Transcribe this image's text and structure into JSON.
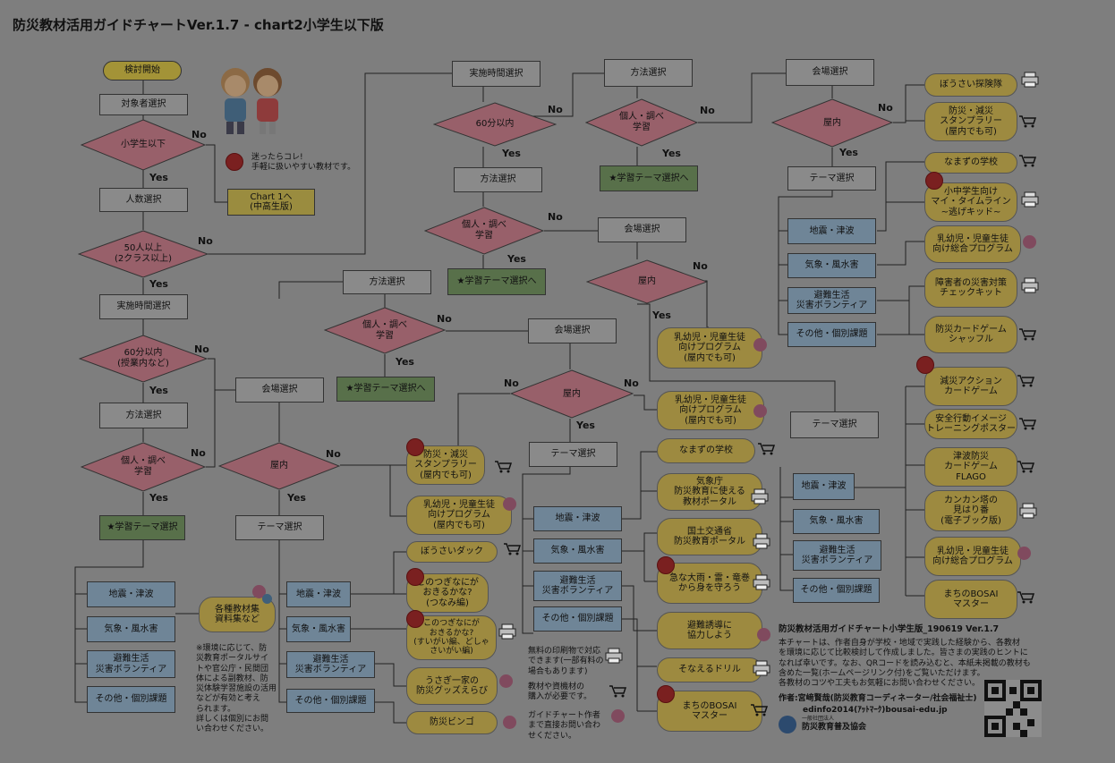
{
  "title": "防災教材活用ガイドチャートVer.1.7 - chart2小学生以下版",
  "nodes": {
    "start": "検討開始",
    "target": "対象者選択",
    "elem": "小学生以下",
    "chart1": "Chart 1へ\n(中高生版)",
    "numsel": "人数選択",
    "fifty": "50人以上\n(2クラス以上)",
    "time1": "実施時間選択",
    "sixty1": "60分以内\n(授業内など)",
    "method1": "方法選択",
    "indiv1": "個人・調べ\n学習",
    "theme1": "★学習テーマ選択",
    "quake1": "地震・津波",
    "weather1": "気象・風水害",
    "evac1": "避難生活\n災害ボランティア",
    "other1": "その他・個別課題",
    "misc": "各種教材集\n資料集など",
    "note1": "※環境に応じて、防\n災教育ポータルサイ\nトや官公庁・民間団\n体による副教材、防\n災体験学習施設の活用\nなどが有効と考え\nられます。\n詳しくは個別にお問\nい合わせください。",
    "venue1": "会場選択",
    "indoor1": "屋内",
    "themeSel1": "テーマ選択",
    "quake2": "地震・津波",
    "weather2": "気象・風水害",
    "evac2": "避難生活\n災害ボランティア",
    "other2": "その他・個別課題",
    "rally1": "防災・減災\nスタンプラリー\n(屋内でも可)",
    "kids1": "乳幼児・児童生徒\n向けプログラム\n(屋内でも可)",
    "duck": "ぼうさいダック",
    "tsunami": "このつぎなにが\nおきるかな?\n(つなみ編)",
    "suigai": "このつぎなにが\nおきるかな?\n(すいがい編、どしゃ\nさいがい編)",
    "rabbit": "うさぎ一家の\n防災グッズえらび",
    "bingo": "防災ビンゴ",
    "method2": "方法選択",
    "indiv2": "個人・調べ\n学習",
    "theme2": "★学習テーマ選択へ",
    "venue2": "会場選択",
    "indoor2": "屋内",
    "kids2": "乳幼児・児童生徒\n向けプログラム\n(屋内でも可)",
    "themeSel2": "テーマ選択",
    "quake3": "地震・津波",
    "weather3": "気象・風水害",
    "evac3": "避難生活\n災害ボランティア",
    "other3": "その他・個別課題",
    "namazu1": "なまずの学校",
    "jma": "気象庁\n防災教育に使える\n教材ポータル",
    "mlit": "国土交通省\n防災教育ポータル",
    "rain": "急な大雨・雷・竜巻\nから身を守ろう",
    "shelter": "避難誘導に\n協力しよう",
    "drill": "そなえるドリル",
    "bosai1": "まちのBOSAI\nマスター",
    "print": "無料の印刷物で対応\nできます(一部有料の\n場合もあります)",
    "buy": "教材や資機材の\n購入が必要です。",
    "contact": "ガイドチャート作者\nまで直接お問い合わ\nせください。",
    "time2": "実施時間選択",
    "sixty2": "60分以内",
    "method3": "方法選択",
    "indiv3": "個人・調べ\n学習",
    "theme3": "★学習テーマ選択へ",
    "method4": "方法選択",
    "indiv4": "個人・調べ\n学習",
    "theme4": "★学習テーマ選択へ",
    "venue3": "会場選択",
    "indoor3": "屋内",
    "kids3": "乳幼児・児童生徒\n向けプログラム\n(屋内でも可)",
    "themeSel3": "テーマ選択",
    "quake4": "地震・津波",
    "weather4": "気象・風水害",
    "evac4": "避難生活\n災害ボランティア",
    "other4": "その他・個別課題",
    "action": "減災アクション\nカードゲーム",
    "safety": "安全行動イメージ\nトレーニングポスター",
    "flago": "津波防災\nカードゲーム\nFLAGO",
    "kankan": "カンカン塔の\n見はり番\n(電子ブック版)",
    "kids4": "乳幼児・児童生徒\n向け総合プログラム",
    "bosai2": "まちのBOSAI\nマスター",
    "venue4": "会場選択",
    "indoor4": "屋内",
    "themeSel4": "テーマ選択",
    "tankentai": "ぼうさい探険隊",
    "rally2": "防災・減災\nスタンプラリー\n(屋内でも可)",
    "namazu2": "なまずの学校",
    "timeline": "小中学生向け\nマイ・タイムライン\n~逃げキッド~",
    "quake5": "地震・津波",
    "weather5": "気象・風水害",
    "evac5": "避難生活\n災害ボランティア",
    "other5": "その他・個別課題",
    "kids5": "乳幼児・児童生徒\n向け総合プログラム",
    "disabled": "障害者の災害対策\nチェックキット",
    "shuffle": "防災カードゲーム\nシャッフル"
  },
  "labels": {
    "yes": "Yes",
    "no": "No"
  },
  "mayotta": "迷ったらコレ!\n手軽に扱いやすい教材です。",
  "footer": {
    "heading": "防災教材活用ガイドチャート小学生版_190619 Ver.1.7",
    "body": "本チャートは、作者自身が学校・地域で実践した経験から、各教材\nを環境に応じて比較検討して作成しました。皆さまの実践のヒントに\nなれば幸いです。なお、QRコードを読み込むと、本紙未掲載の教材も\n含めた一覧(ホームページリンク付)をご覧いただけます。\n各教材のコツや工夫もお気軽にお問い合わせください。",
    "author": "作者:宮﨑賢哉(防災教育コーディネーター/社会福祉士)",
    "contact": "edinfo2014(ｱｯﾄﾏｰｸ)bousai-edu.jp",
    "org_small": "一般社団法人",
    "org": "防災教育普及協会"
  }
}
